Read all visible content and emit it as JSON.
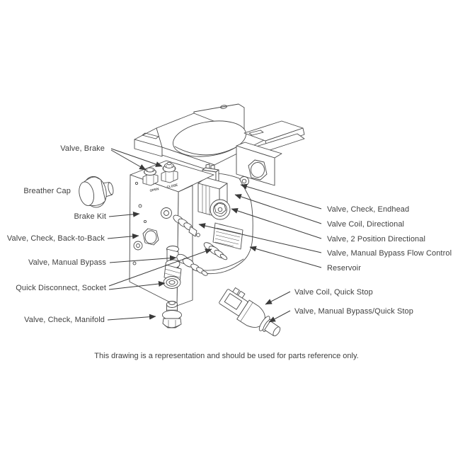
{
  "footnote": "This drawing is a representation and should be used for parts reference only.",
  "drawing": {
    "markings": {
      "open": "OPEN",
      "close": "CLOSE"
    },
    "line_color": "#4a4a4a",
    "label_color": "#3f3f3f",
    "arrow_color": "#3a3a3a",
    "background": "#ffffff"
  },
  "labels": {
    "left": [
      {
        "id": "valve-brake",
        "text": "Valve, Brake"
      },
      {
        "id": "breather-cap",
        "text": "Breather Cap"
      },
      {
        "id": "brake-kit",
        "text": "Brake Kit"
      },
      {
        "id": "valve-check-back-to-back",
        "text": "Valve, Check, Back-to-Back"
      },
      {
        "id": "valve-manual-bypass",
        "text": "Valve, Manual Bypass"
      },
      {
        "id": "quick-disconnect-socket",
        "text": "Quick Disconnect, Socket"
      },
      {
        "id": "valve-check-manifold",
        "text": "Valve, Check, Manifold"
      }
    ],
    "right": [
      {
        "id": "valve-check-endhead",
        "text": "Valve, Check, Endhead"
      },
      {
        "id": "valve-coil-directional",
        "text": "Valve Coil, Directional"
      },
      {
        "id": "valve-2-position-directional",
        "text": "Valve, 2 Position Directional"
      },
      {
        "id": "valve-manual-bypass-flow-control",
        "text": "Valve, Manual Bypass Flow Control"
      },
      {
        "id": "reservoir",
        "text": "Reservoir"
      },
      {
        "id": "valve-coil-quick-stop",
        "text": "Valve Coil, Quick Stop"
      },
      {
        "id": "valve-manual-bypass-quick-stop",
        "text": "Valve, Manual Bypass/Quick Stop"
      }
    ]
  }
}
